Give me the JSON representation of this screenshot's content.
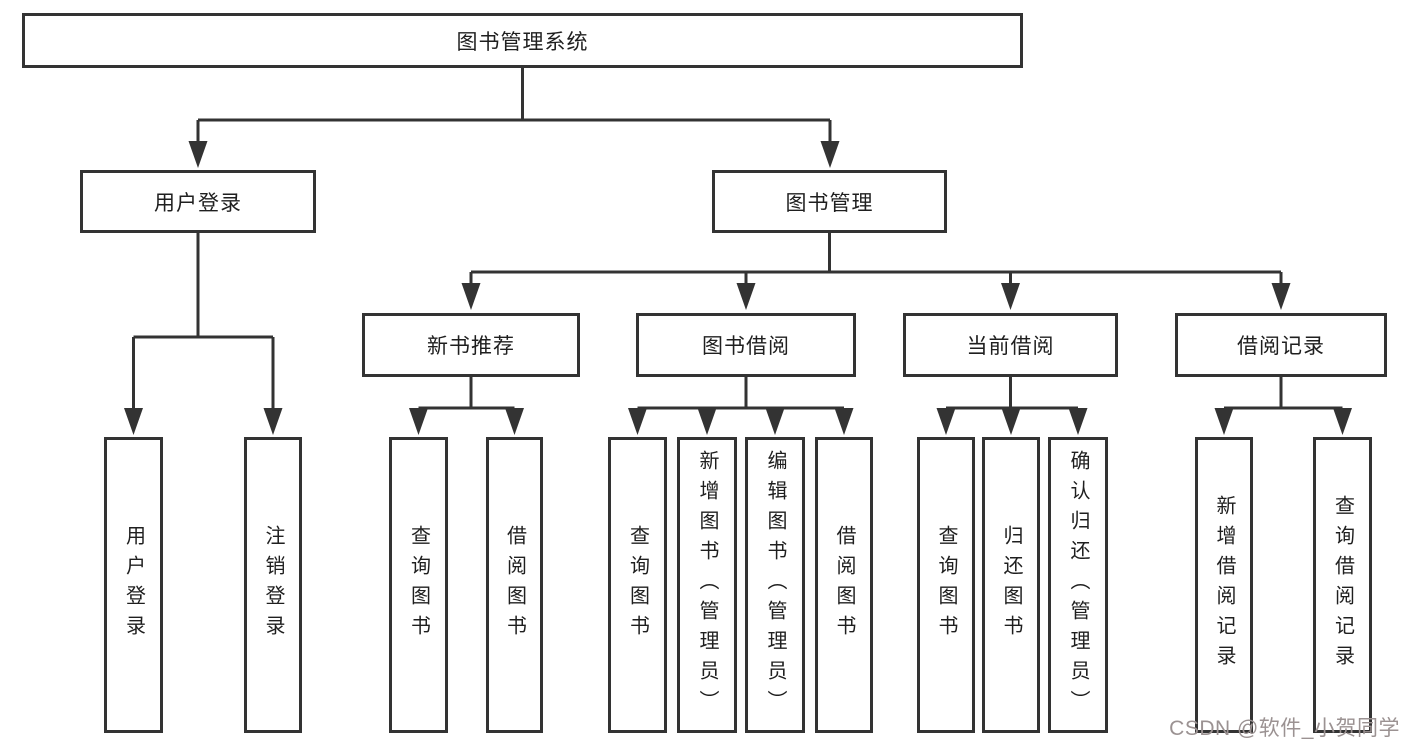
{
  "diagram": {
    "title_node": {
      "label": "图书管理系统"
    },
    "level2": [
      {
        "id": "user-login-module",
        "label": "用户登录"
      },
      {
        "id": "book-management-module",
        "label": "图书管理"
      }
    ],
    "level3": [
      {
        "id": "new-book-recommend",
        "label": "新书推荐",
        "parent": "图书管理"
      },
      {
        "id": "book-borrow",
        "label": "图书借阅",
        "parent": "图书管理"
      },
      {
        "id": "current-borrow",
        "label": "当前借阅",
        "parent": "图书管理"
      },
      {
        "id": "borrow-records",
        "label": "借阅记录",
        "parent": "图书管理"
      }
    ],
    "leaves": [
      {
        "id": "user-login",
        "label": "用户登录",
        "parent": "用户登录"
      },
      {
        "id": "logout",
        "label": "注销登录",
        "parent": "用户登录"
      },
      {
        "id": "query-books-recommend",
        "label": "查询图书",
        "parent": "新书推荐"
      },
      {
        "id": "borrow-books-recommend",
        "label": "借阅图书",
        "parent": "新书推荐"
      },
      {
        "id": "query-books-borrow",
        "label": "查询图书",
        "parent": "图书借阅"
      },
      {
        "id": "add-book-admin",
        "label": "新增图书（管理员）",
        "parent": "图书借阅"
      },
      {
        "id": "edit-book-admin",
        "label": "编辑图书（管理员）",
        "parent": "图书借阅"
      },
      {
        "id": "borrow-books-borrow",
        "label": "借阅图书",
        "parent": "图书借阅"
      },
      {
        "id": "query-books-current",
        "label": "查询图书",
        "parent": "当前借阅"
      },
      {
        "id": "return-book",
        "label": "归还图书",
        "parent": "当前借阅"
      },
      {
        "id": "confirm-return-admin",
        "label": "确认归还（管理员）",
        "parent": "当前借阅"
      },
      {
        "id": "add-borrow-record",
        "label": "新增借阅记录",
        "parent": "借阅记录"
      },
      {
        "id": "query-borrow-record",
        "label": "查询借阅记录",
        "parent": "借阅记录"
      }
    ]
  },
  "watermark": {
    "text": "CSDN @软件_小贺同学"
  },
  "colors": {
    "line": "#333333",
    "node_border": "#333333",
    "node_text": "#1f1f1f",
    "background": "#ffffff",
    "watermark": "#9b9292"
  }
}
